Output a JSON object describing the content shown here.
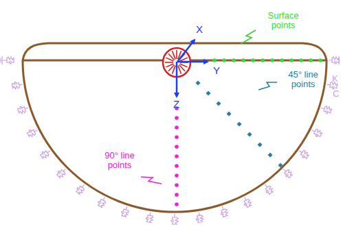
{
  "diagram": {
    "labels": [
      "X",
      "Y",
      "Z",
      "Surface points",
      "45° line points",
      "90° line points",
      "K",
      "C"
    ]
  }
}
